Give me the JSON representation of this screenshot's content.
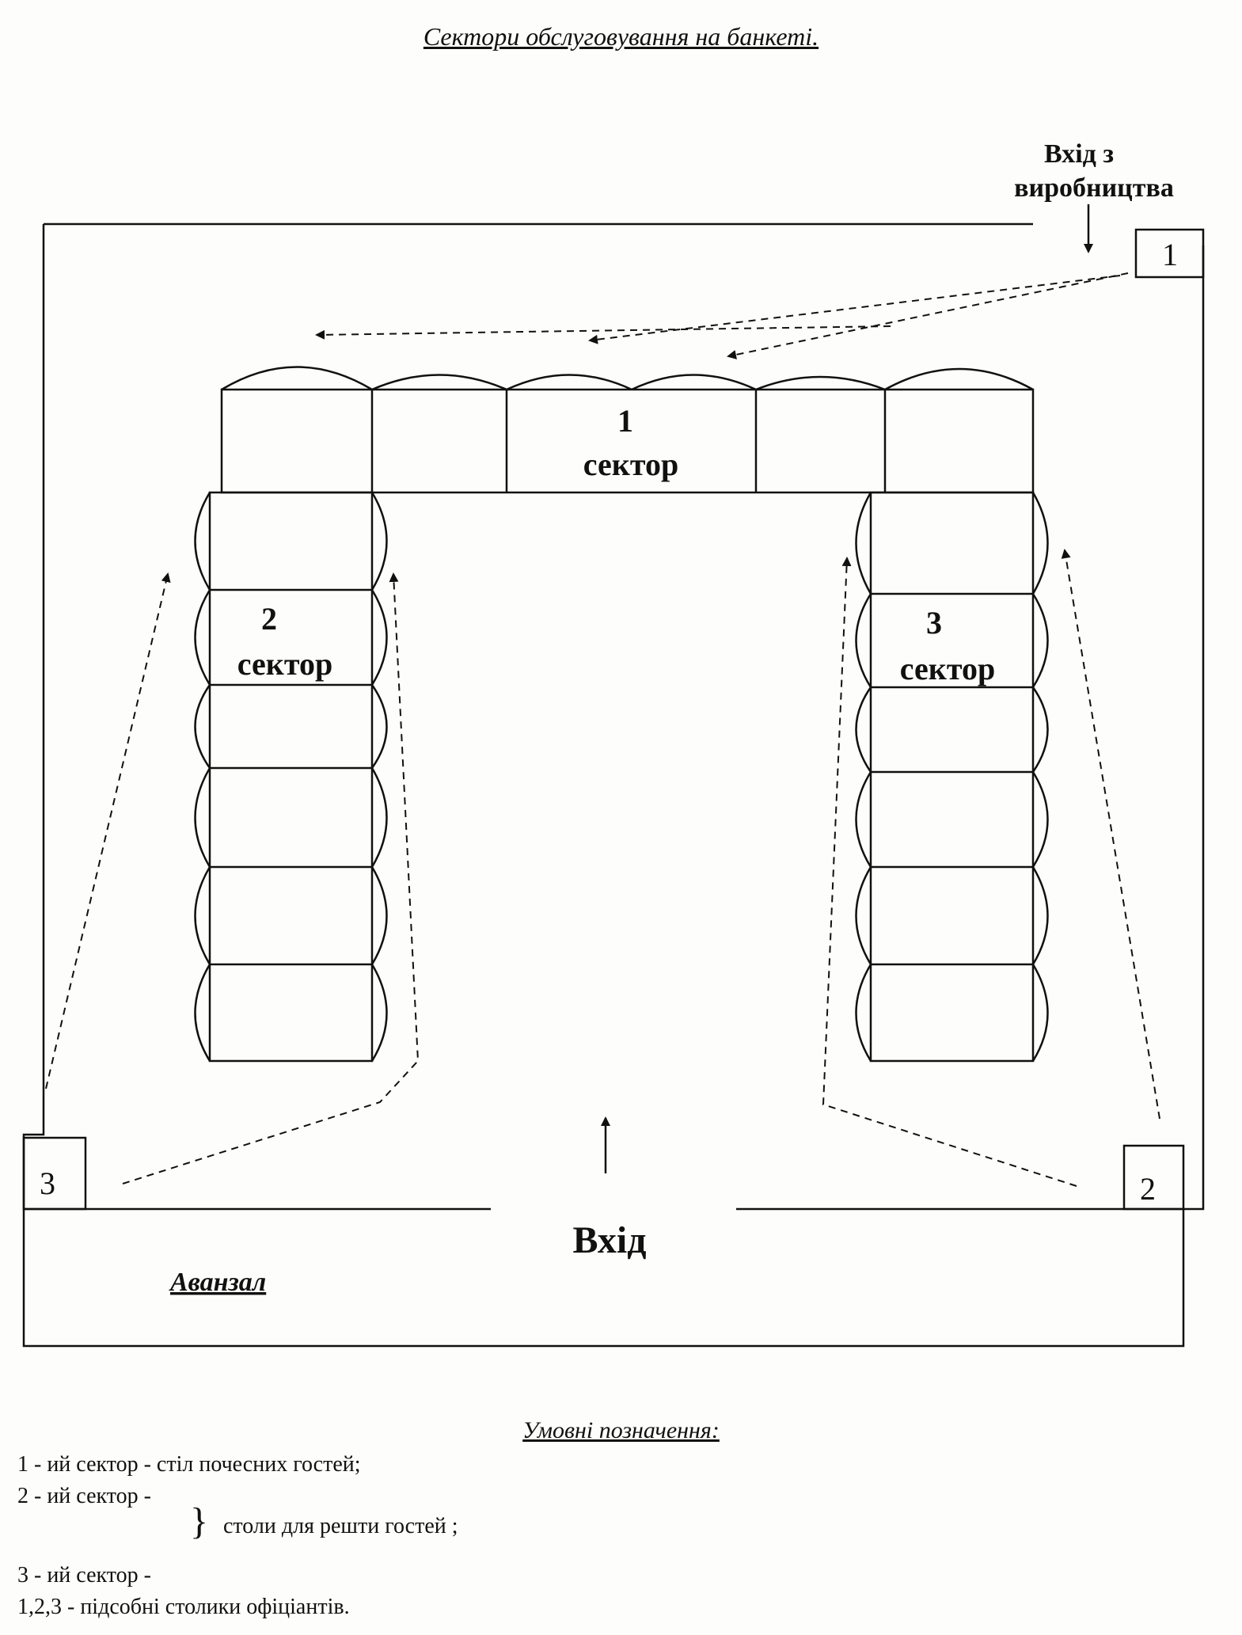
{
  "title": "Сектори обслуговування на банкеті.",
  "kitchen_entry_line1": "Вхід з",
  "kitchen_entry_line2": "виробництва",
  "main_entry": "Вхід",
  "foyer": "Аванзал",
  "sectors": [
    {
      "number": "1",
      "label": "сектор"
    },
    {
      "number": "2",
      "label": "сектор"
    },
    {
      "number": "3",
      "label": "сектор"
    }
  ],
  "service_tables": [
    "1",
    "3",
    "2"
  ],
  "legend": {
    "title": "Умовні позначення:",
    "line1": "1 - ий сектор - стіл почесних гостей;",
    "line2": "2 - ий сектор -",
    "brace_text": "столи для решти гостей ;",
    "line3": "3 - ий сектор -",
    "line4": "1,2,3 - підсобні столики офіціантів."
  }
}
